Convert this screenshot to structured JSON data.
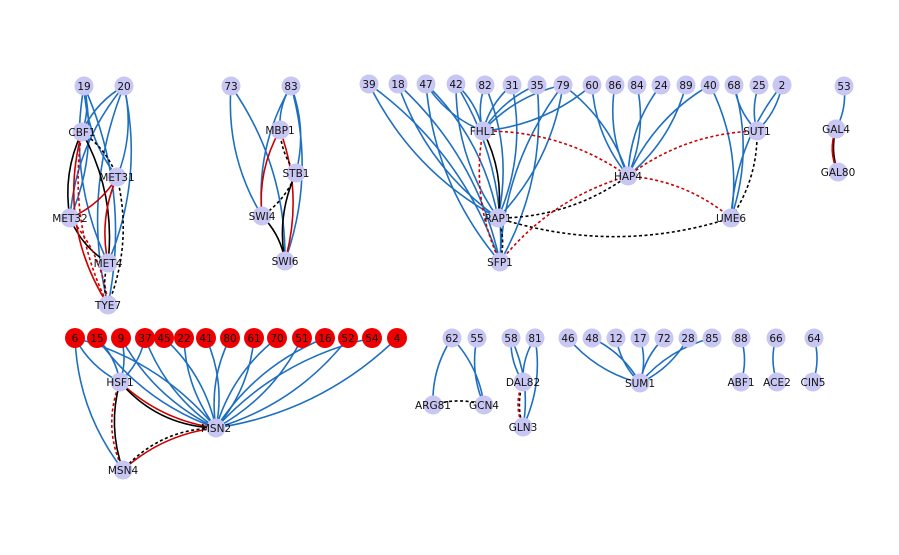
{
  "colors": {
    "node_default": "#c8c6f2",
    "node_highlight": "#ee0000",
    "edge_blue": "#1f6fc0",
    "edge_black": "#000000",
    "edge_red": "#cc0000",
    "background": "#ffffff"
  },
  "nodes": [
    {
      "id": "n19",
      "label": "19",
      "highlight": false
    },
    {
      "id": "n20",
      "label": "20",
      "highlight": false
    },
    {
      "id": "CBF1",
      "label": "CBF1",
      "highlight": false
    },
    {
      "id": "MET31",
      "label": "MET31",
      "highlight": false
    },
    {
      "id": "MET32",
      "label": "MET32",
      "highlight": false
    },
    {
      "id": "MET4",
      "label": "MET4",
      "highlight": false
    },
    {
      "id": "TYE7",
      "label": "TYE7",
      "highlight": false
    },
    {
      "id": "n73",
      "label": "73",
      "highlight": false
    },
    {
      "id": "n83",
      "label": "83",
      "highlight": false
    },
    {
      "id": "MBP1",
      "label": "MBP1",
      "highlight": false
    },
    {
      "id": "STB1",
      "label": "STB1",
      "highlight": false
    },
    {
      "id": "SWI4",
      "label": "SWI4",
      "highlight": false
    },
    {
      "id": "SWI6",
      "label": "SWI6",
      "highlight": false
    },
    {
      "id": "n39",
      "label": "39",
      "highlight": false
    },
    {
      "id": "n18",
      "label": "18",
      "highlight": false
    },
    {
      "id": "n47",
      "label": "47",
      "highlight": false
    },
    {
      "id": "n42",
      "label": "42",
      "highlight": false
    },
    {
      "id": "n82",
      "label": "82",
      "highlight": false
    },
    {
      "id": "n31",
      "label": "31",
      "highlight": false
    },
    {
      "id": "n35",
      "label": "35",
      "highlight": false
    },
    {
      "id": "n79",
      "label": "79",
      "highlight": false
    },
    {
      "id": "n60",
      "label": "60",
      "highlight": false
    },
    {
      "id": "n86",
      "label": "86",
      "highlight": false
    },
    {
      "id": "n84",
      "label": "84",
      "highlight": false
    },
    {
      "id": "n24",
      "label": "24",
      "highlight": false
    },
    {
      "id": "n89",
      "label": "89",
      "highlight": false
    },
    {
      "id": "n40",
      "label": "40",
      "highlight": false
    },
    {
      "id": "n68",
      "label": "68",
      "highlight": false
    },
    {
      "id": "n25",
      "label": "25",
      "highlight": false
    },
    {
      "id": "n2",
      "label": "2",
      "highlight": false
    },
    {
      "id": "FHL1",
      "label": "FHL1",
      "highlight": false
    },
    {
      "id": "SUT1",
      "label": "SUT1",
      "highlight": false
    },
    {
      "id": "HAP4",
      "label": "HAP4",
      "highlight": false
    },
    {
      "id": "RAP1",
      "label": "RAP1",
      "highlight": false
    },
    {
      "id": "UME6",
      "label": "UME6",
      "highlight": false
    },
    {
      "id": "SFP1",
      "label": "SFP1",
      "highlight": false
    },
    {
      "id": "n53",
      "label": "53",
      "highlight": false
    },
    {
      "id": "GAL4",
      "label": "GAL4",
      "highlight": false
    },
    {
      "id": "GAL80",
      "label": "GAL80",
      "highlight": false
    },
    {
      "id": "n6",
      "label": "6",
      "highlight": true
    },
    {
      "id": "n15",
      "label": "15",
      "highlight": true
    },
    {
      "id": "n9",
      "label": "9",
      "highlight": true
    },
    {
      "id": "n37",
      "label": "37",
      "highlight": true
    },
    {
      "id": "n45",
      "label": "45",
      "highlight": true
    },
    {
      "id": "n22",
      "label": "22",
      "highlight": true
    },
    {
      "id": "n41",
      "label": "41",
      "highlight": true
    },
    {
      "id": "n80",
      "label": "80",
      "highlight": true
    },
    {
      "id": "n61",
      "label": "61",
      "highlight": true
    },
    {
      "id": "n70",
      "label": "70",
      "highlight": true
    },
    {
      "id": "n51",
      "label": "51",
      "highlight": true
    },
    {
      "id": "n16",
      "label": "16",
      "highlight": true
    },
    {
      "id": "n52",
      "label": "52",
      "highlight": true
    },
    {
      "id": "n54",
      "label": "54",
      "highlight": true
    },
    {
      "id": "n4",
      "label": "4",
      "highlight": true
    },
    {
      "id": "HSF1",
      "label": "HSF1",
      "highlight": false
    },
    {
      "id": "MSN2",
      "label": "MSN2",
      "highlight": false
    },
    {
      "id": "MSN4",
      "label": "MSN4",
      "highlight": false
    },
    {
      "id": "n62",
      "label": "62",
      "highlight": false
    },
    {
      "id": "n55",
      "label": "55",
      "highlight": false
    },
    {
      "id": "ARG81",
      "label": "ARG81",
      "highlight": false
    },
    {
      "id": "GCN4",
      "label": "GCN4",
      "highlight": false
    },
    {
      "id": "n58",
      "label": "58",
      "highlight": false
    },
    {
      "id": "n81",
      "label": "81",
      "highlight": false
    },
    {
      "id": "DAL82",
      "label": "DAL82",
      "highlight": false
    },
    {
      "id": "GLN3",
      "label": "GLN3",
      "highlight": false
    },
    {
      "id": "n46",
      "label": "46",
      "highlight": false
    },
    {
      "id": "n48",
      "label": "48",
      "highlight": false
    },
    {
      "id": "n12",
      "label": "12",
      "highlight": false
    },
    {
      "id": "n17",
      "label": "17",
      "highlight": false
    },
    {
      "id": "n72",
      "label": "72",
      "highlight": false
    },
    {
      "id": "n28",
      "label": "28",
      "highlight": false
    },
    {
      "id": "n85",
      "label": "85",
      "highlight": false
    },
    {
      "id": "SUM1",
      "label": "SUM1",
      "highlight": false
    },
    {
      "id": "n88",
      "label": "88",
      "highlight": false
    },
    {
      "id": "ABF1",
      "label": "ABF1",
      "highlight": false
    },
    {
      "id": "n66",
      "label": "66",
      "highlight": false
    },
    {
      "id": "ACE2",
      "label": "ACE2",
      "highlight": false
    },
    {
      "id": "n64",
      "label": "64",
      "highlight": false
    },
    {
      "id": "CIN5",
      "label": "CIN5",
      "highlight": false
    }
  ],
  "edges": [
    {
      "from": "n19",
      "to": "CBF1",
      "type": "blue"
    },
    {
      "from": "n19",
      "to": "MET31",
      "type": "blue"
    },
    {
      "from": "n19",
      "to": "MET32",
      "type": "blue"
    },
    {
      "from": "n19",
      "to": "MET4",
      "type": "blue"
    },
    {
      "from": "n19",
      "to": "TYE7",
      "type": "blue"
    },
    {
      "from": "n20",
      "to": "CBF1",
      "type": "blue"
    },
    {
      "from": "n20",
      "to": "MET31",
      "type": "blue"
    },
    {
      "from": "n20",
      "to": "MET32",
      "type": "blue"
    },
    {
      "from": "n20",
      "to": "MET4",
      "type": "blue"
    },
    {
      "from": "n20",
      "to": "TYE7",
      "type": "blue"
    },
    {
      "from": "CBF1",
      "to": "MET31",
      "type": "black-dashed"
    },
    {
      "from": "CBF1",
      "to": "MET32",
      "type": "black-solid"
    },
    {
      "from": "CBF1",
      "to": "MET4",
      "type": "black-solid"
    },
    {
      "from": "CBF1",
      "to": "TYE7",
      "type": "red-dashed"
    },
    {
      "from": "MET31",
      "to": "MET32",
      "type": "red-solid"
    },
    {
      "from": "MET31",
      "to": "MET4",
      "type": "red-solid"
    },
    {
      "from": "MET31",
      "to": "TYE7",
      "type": "black-dashed"
    },
    {
      "from": "MET32",
      "to": "MET4",
      "type": "black-solid"
    },
    {
      "from": "MET32",
      "to": "TYE7",
      "type": "red-dashed"
    },
    {
      "from": "MET4",
      "to": "TYE7",
      "type": "black-dashed"
    },
    {
      "from": "CBF1",
      "to": "TYE7",
      "type": "red-solid"
    },
    {
      "from": "n73",
      "to": "SWI4",
      "type": "blue"
    },
    {
      "from": "n73",
      "to": "SWI6",
      "type": "blue"
    },
    {
      "from": "n83",
      "to": "MBP1",
      "type": "blue"
    },
    {
      "from": "n83",
      "to": "STB1",
      "type": "blue"
    },
    {
      "from": "n83",
      "to": "SWI4",
      "type": "blue"
    },
    {
      "from": "n83",
      "to": "SWI6",
      "type": "blue"
    },
    {
      "from": "MBP1",
      "to": "SWI4",
      "type": "red-solid"
    },
    {
      "from": "MBP1",
      "to": "SWI6",
      "type": "red-solid"
    },
    {
      "from": "MBP1",
      "to": "STB1",
      "type": "black-dashed"
    },
    {
      "from": "STB1",
      "to": "SWI4",
      "type": "black-dashed"
    },
    {
      "from": "STB1",
      "to": "SWI6",
      "type": "black-solid"
    },
    {
      "from": "SWI4",
      "to": "SWI6",
      "type": "black-solid"
    },
    {
      "from": "n39",
      "to": "RAP1",
      "type": "blue"
    },
    {
      "from": "n39",
      "to": "SFP1",
      "type": "blue"
    },
    {
      "from": "n18",
      "to": "RAP1",
      "type": "blue"
    },
    {
      "from": "n18",
      "to": "SFP1",
      "type": "blue"
    },
    {
      "from": "n47",
      "to": "FHL1",
      "type": "blue"
    },
    {
      "from": "n47",
      "to": "RAP1",
      "type": "blue"
    },
    {
      "from": "n47",
      "to": "SFP1",
      "type": "blue"
    },
    {
      "from": "n42",
      "to": "FHL1",
      "type": "blue"
    },
    {
      "from": "n42",
      "to": "RAP1",
      "type": "blue"
    },
    {
      "from": "n42",
      "to": "SFP1",
      "type": "blue"
    },
    {
      "from": "n82",
      "to": "FHL1",
      "type": "blue"
    },
    {
      "from": "n82",
      "to": "RAP1",
      "type": "blue"
    },
    {
      "from": "n31",
      "to": "FHL1",
      "type": "blue"
    },
    {
      "from": "n31",
      "to": "RAP1",
      "type": "blue"
    },
    {
      "from": "n35",
      "to": "FHL1",
      "type": "blue"
    },
    {
      "from": "n35",
      "to": "SFP1",
      "type": "blue"
    },
    {
      "from": "n79",
      "to": "FHL1",
      "type": "blue"
    },
    {
      "from": "n79",
      "to": "RAP1",
      "type": "blue"
    },
    {
      "from": "n79",
      "to": "SFP1",
      "type": "blue"
    },
    {
      "from": "n79",
      "to": "HAP4",
      "type": "blue"
    },
    {
      "from": "n60",
      "to": "HAP4",
      "type": "blue"
    },
    {
      "from": "n60",
      "to": "FHL1",
      "type": "blue"
    },
    {
      "from": "n86",
      "to": "HAP4",
      "type": "blue"
    },
    {
      "from": "n84",
      "to": "HAP4",
      "type": "blue"
    },
    {
      "from": "n24",
      "to": "HAP4",
      "type": "blue"
    },
    {
      "from": "n89",
      "to": "HAP4",
      "type": "blue"
    },
    {
      "from": "n40",
      "to": "HAP4",
      "type": "blue"
    },
    {
      "from": "n40",
      "to": "UME6",
      "type": "blue"
    },
    {
      "from": "n68",
      "to": "SUT1",
      "type": "blue"
    },
    {
      "from": "n68",
      "to": "UME6",
      "type": "blue"
    },
    {
      "from": "n25",
      "to": "SUT1",
      "type": "blue"
    },
    {
      "from": "n2",
      "to": "SUT1",
      "type": "blue"
    },
    {
      "from": "n2",
      "to": "UME6",
      "type": "blue"
    },
    {
      "from": "FHL1",
      "to": "RAP1",
      "type": "black-solid"
    },
    {
      "from": "FHL1",
      "to": "SFP1",
      "type": "red-dashed"
    },
    {
      "from": "FHL1",
      "to": "HAP4",
      "type": "red-dashed"
    },
    {
      "from": "RAP1",
      "to": "HAP4",
      "type": "black-dashed"
    },
    {
      "from": "RAP1",
      "to": "SFP1",
      "type": "black-dashed"
    },
    {
      "from": "HAP4",
      "to": "SFP1",
      "type": "red-dashed"
    },
    {
      "from": "HAP4",
      "to": "UME6",
      "type": "red-dashed"
    },
    {
      "from": "RAP1",
      "to": "UME6",
      "type": "black-dashed"
    },
    {
      "from": "SUT1",
      "to": "UME6",
      "type": "black-dashed"
    },
    {
      "from": "SUT1",
      "to": "HAP4",
      "type": "red-dashed"
    },
    {
      "from": "n53",
      "to": "GAL4",
      "type": "blue"
    },
    {
      "from": "GAL4",
      "to": "GAL80",
      "type": "black-solid"
    },
    {
      "from": "GAL4",
      "to": "GAL80",
      "type": "red-solid"
    },
    {
      "from": "n6",
      "to": "HSF1",
      "type": "blue"
    },
    {
      "from": "n6",
      "to": "MSN2",
      "type": "blue"
    },
    {
      "from": "n6",
      "to": "MSN4",
      "type": "blue"
    },
    {
      "from": "n15",
      "to": "HSF1",
      "type": "blue"
    },
    {
      "from": "n15",
      "to": "MSN2",
      "type": "blue"
    },
    {
      "from": "n9",
      "to": "HSF1",
      "type": "blue"
    },
    {
      "from": "n9",
      "to": "MSN2",
      "type": "blue"
    },
    {
      "from": "n37",
      "to": "HSF1",
      "type": "blue"
    },
    {
      "from": "n37",
      "to": "MSN2",
      "type": "blue"
    },
    {
      "from": "n45",
      "to": "MSN2",
      "type": "blue"
    },
    {
      "from": "n22",
      "to": "MSN2",
      "type": "blue"
    },
    {
      "from": "n41",
      "to": "MSN2",
      "type": "blue"
    },
    {
      "from": "n80",
      "to": "MSN2",
      "type": "blue"
    },
    {
      "from": "n61",
      "to": "MSN2",
      "type": "blue"
    },
    {
      "from": "n70",
      "to": "MSN2",
      "type": "blue"
    },
    {
      "from": "n51",
      "to": "MSN2",
      "type": "blue"
    },
    {
      "from": "n16",
      "to": "MSN2",
      "type": "blue"
    },
    {
      "from": "n52",
      "to": "MSN2",
      "type": "blue"
    },
    {
      "from": "n54",
      "to": "MSN2",
      "type": "blue"
    },
    {
      "from": "n4",
      "to": "MSN2",
      "type": "blue"
    },
    {
      "from": "HSF1",
      "to": "MSN2",
      "type": "red-solid"
    },
    {
      "from": "HSF1",
      "to": "MSN2",
      "type": "black-solid"
    },
    {
      "from": "HSF1",
      "to": "MSN4",
      "type": "black-solid"
    },
    {
      "from": "HSF1",
      "to": "MSN4",
      "type": "red-dashed"
    },
    {
      "from": "MSN2",
      "to": "MSN4",
      "type": "red-solid"
    },
    {
      "from": "MSN2",
      "to": "MSN4",
      "type": "black-dashed"
    },
    {
      "from": "n62",
      "to": "ARG81",
      "type": "blue"
    },
    {
      "from": "n62",
      "to": "GCN4",
      "type": "blue"
    },
    {
      "from": "n55",
      "to": "GCN4",
      "type": "blue"
    },
    {
      "from": "ARG81",
      "to": "GCN4",
      "type": "black-dashed"
    },
    {
      "from": "n58",
      "to": "DAL82",
      "type": "blue"
    },
    {
      "from": "n58",
      "to": "GLN3",
      "type": "blue"
    },
    {
      "from": "n81",
      "to": "DAL82",
      "type": "blue"
    },
    {
      "from": "n81",
      "to": "GLN3",
      "type": "blue"
    },
    {
      "from": "DAL82",
      "to": "GLN3",
      "type": "black-dashed"
    },
    {
      "from": "DAL82",
      "to": "GLN3",
      "type": "red-dashed"
    },
    {
      "from": "n46",
      "to": "SUM1",
      "type": "blue"
    },
    {
      "from": "n48",
      "to": "SUM1",
      "type": "blue"
    },
    {
      "from": "n12",
      "to": "SUM1",
      "type": "blue"
    },
    {
      "from": "n17",
      "to": "SUM1",
      "type": "blue"
    },
    {
      "from": "n72",
      "to": "SUM1",
      "type": "blue"
    },
    {
      "from": "n28",
      "to": "SUM1",
      "type": "blue"
    },
    {
      "from": "n85",
      "to": "SUM1",
      "type": "blue"
    },
    {
      "from": "n88",
      "to": "ABF1",
      "type": "blue"
    },
    {
      "from": "n66",
      "to": "ACE2",
      "type": "blue"
    },
    {
      "from": "n64",
      "to": "CIN5",
      "type": "blue"
    }
  ]
}
